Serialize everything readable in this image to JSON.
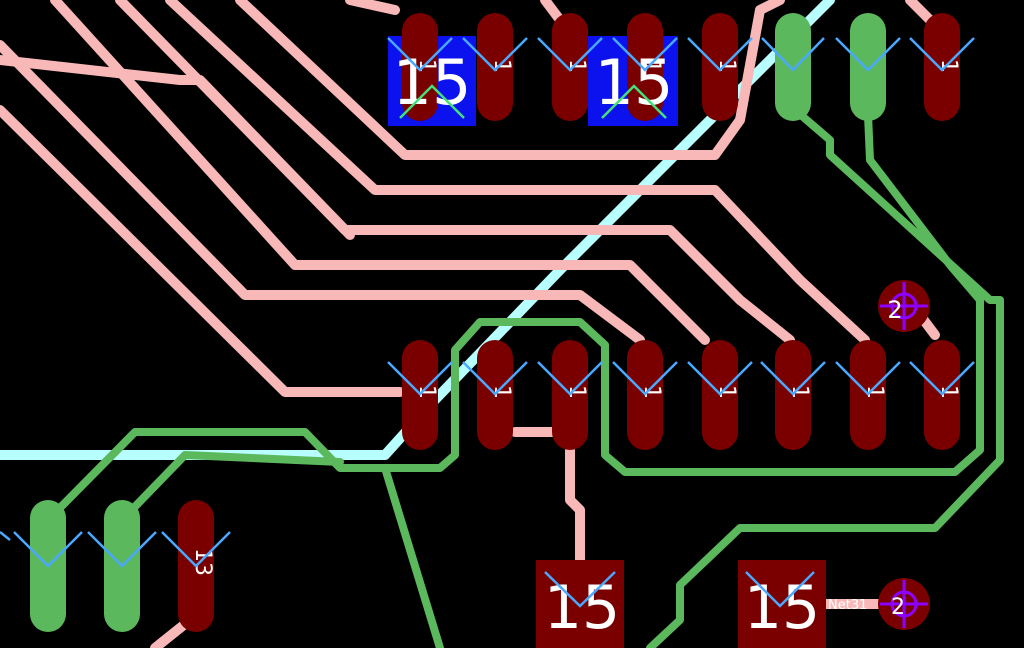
{
  "colors": {
    "background": "#000000",
    "trace_pink": "#f8b8b8",
    "trace_green": "#5cb85c",
    "trace_cyan": "#b8ffff",
    "pad_darkred": "#7a0000",
    "pad_blue": "#0b12ee",
    "marker_blue": "#4aa8ff",
    "marker_green": "#44e07a",
    "via_purple": "#8b00ff"
  },
  "top_row": {
    "pin_label": "1",
    "numbered_pad_labels": [
      "15",
      "15"
    ]
  },
  "middle_row": {
    "pin_label": "1"
  },
  "bottom_left": {
    "pin_label": "13"
  },
  "bottom_pads": {
    "labels": [
      "15",
      "15"
    ]
  },
  "vias": {
    "labels": [
      "2",
      "2"
    ]
  },
  "net_label": "Net31"
}
